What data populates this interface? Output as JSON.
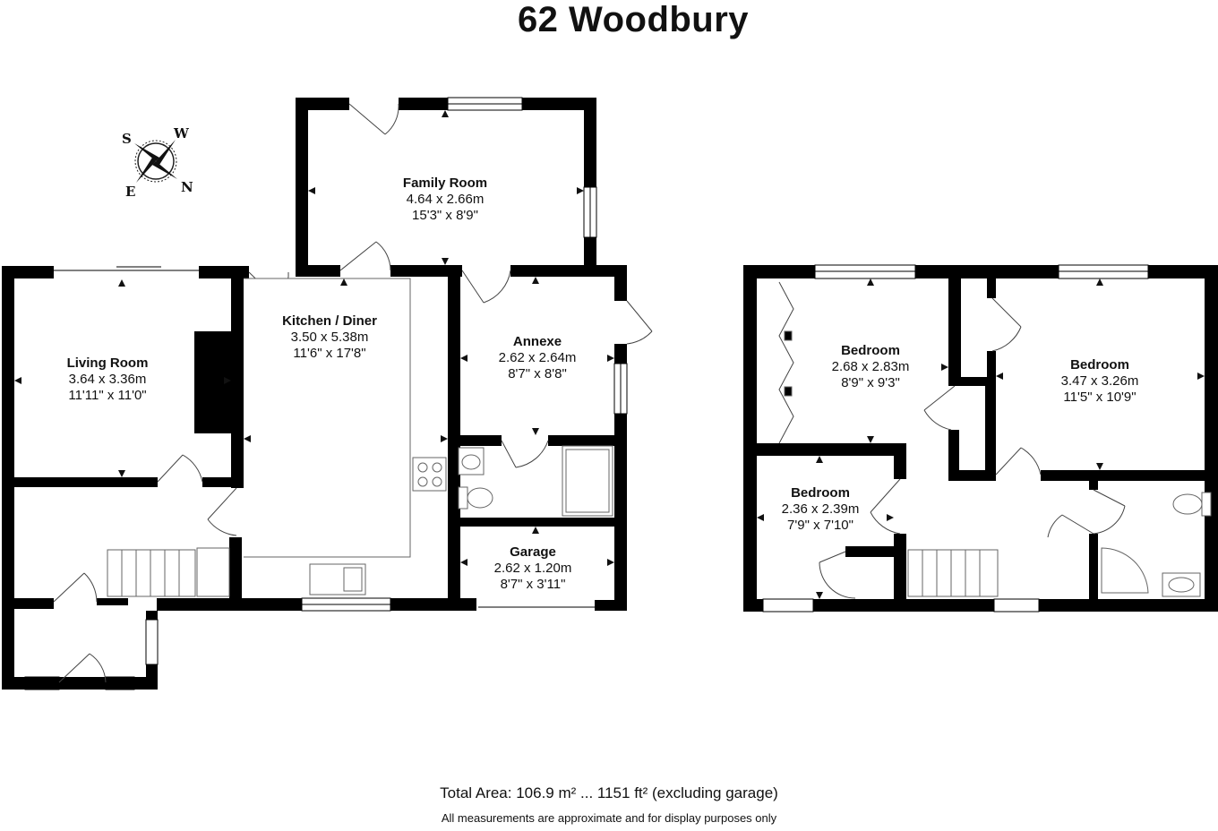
{
  "title": "62 Woodbury",
  "compass": {
    "s": "S",
    "w": "W",
    "e": "E",
    "n": "N"
  },
  "rooms": {
    "family_room": {
      "name": "Family Room",
      "metric": "4.64 x 2.66m",
      "imperial": "15'3\" x 8'9\""
    },
    "kitchen_diner": {
      "name": "Kitchen / Diner",
      "metric": "3.50 x 5.38m",
      "imperial": "11'6\" x 17'8\""
    },
    "living_room": {
      "name": "Living Room",
      "metric": "3.64 x 3.36m",
      "imperial": "11'11\" x 11'0\""
    },
    "annexe": {
      "name": "Annexe",
      "metric": "2.62 x 2.64m",
      "imperial": "8'7\" x 8'8\""
    },
    "garage": {
      "name": "Garage",
      "metric": "2.62 x 1.20m",
      "imperial": "8'7\" x 3'11\""
    },
    "bedroom_1": {
      "name": "Bedroom",
      "metric": "2.68 x 2.83m",
      "imperial": "8'9\" x 9'3\""
    },
    "bedroom_2": {
      "name": "Bedroom",
      "metric": "3.47 x 3.26m",
      "imperial": "11'5\" x 10'9\""
    },
    "bedroom_3": {
      "name": "Bedroom",
      "metric": "2.36 x 2.39m",
      "imperial": "7'9\" x 7'10\""
    }
  },
  "footer": {
    "total_area": "Total Area: 106.9 m² ... 1151 ft² (excluding garage)",
    "disclaimer": "All measurements are approximate and for display purposes only"
  }
}
